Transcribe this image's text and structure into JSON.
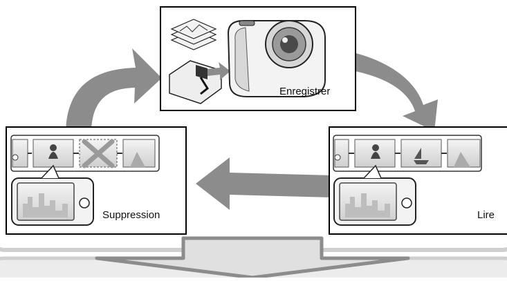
{
  "diagram": {
    "nodes": [
      {
        "id": "record",
        "label": "Enregistrer"
      },
      {
        "id": "play",
        "label": "Lire"
      },
      {
        "id": "delete",
        "label": "Suppression"
      }
    ],
    "cycle": [
      "record",
      "play",
      "delete",
      "record"
    ],
    "output_arrow": "down",
    "colors": {
      "arrow": "#8c8c8c",
      "frame": "#000000",
      "band": "#cfcfcf",
      "band_fill": "#ececec"
    }
  }
}
